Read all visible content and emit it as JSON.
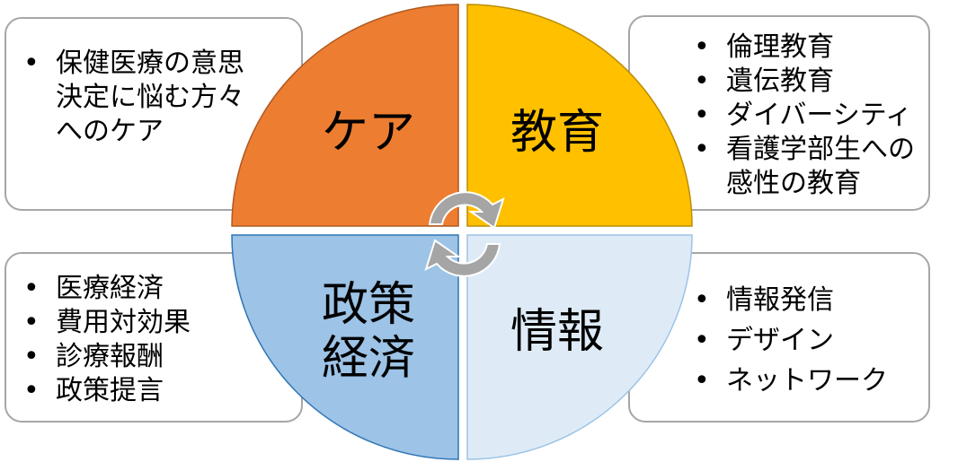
{
  "colors": {
    "care": "#ED7D31",
    "education": "#FFC000",
    "policy": "#9DC3E6",
    "info": "#DEEBF7",
    "arrows": "#A5A5A5"
  },
  "quadrants": {
    "care": {
      "label": "ケア",
      "items": [
        "保健医療の意思決定に悩む方々へのケア"
      ]
    },
    "education": {
      "label": "教育",
      "items": [
        "倫理教育",
        "遺伝教育",
        "ダイバーシティ",
        "看護学部生への感性の教育"
      ]
    },
    "policy": {
      "label_line1": "政策",
      "label_line2": "経済",
      "items": [
        "医療経済",
        "費用対効果",
        "診療報酬",
        "政策提言"
      ]
    },
    "info": {
      "label": "情報",
      "items": [
        "情報発信",
        "デザイン",
        "ネットワーク"
      ]
    }
  }
}
